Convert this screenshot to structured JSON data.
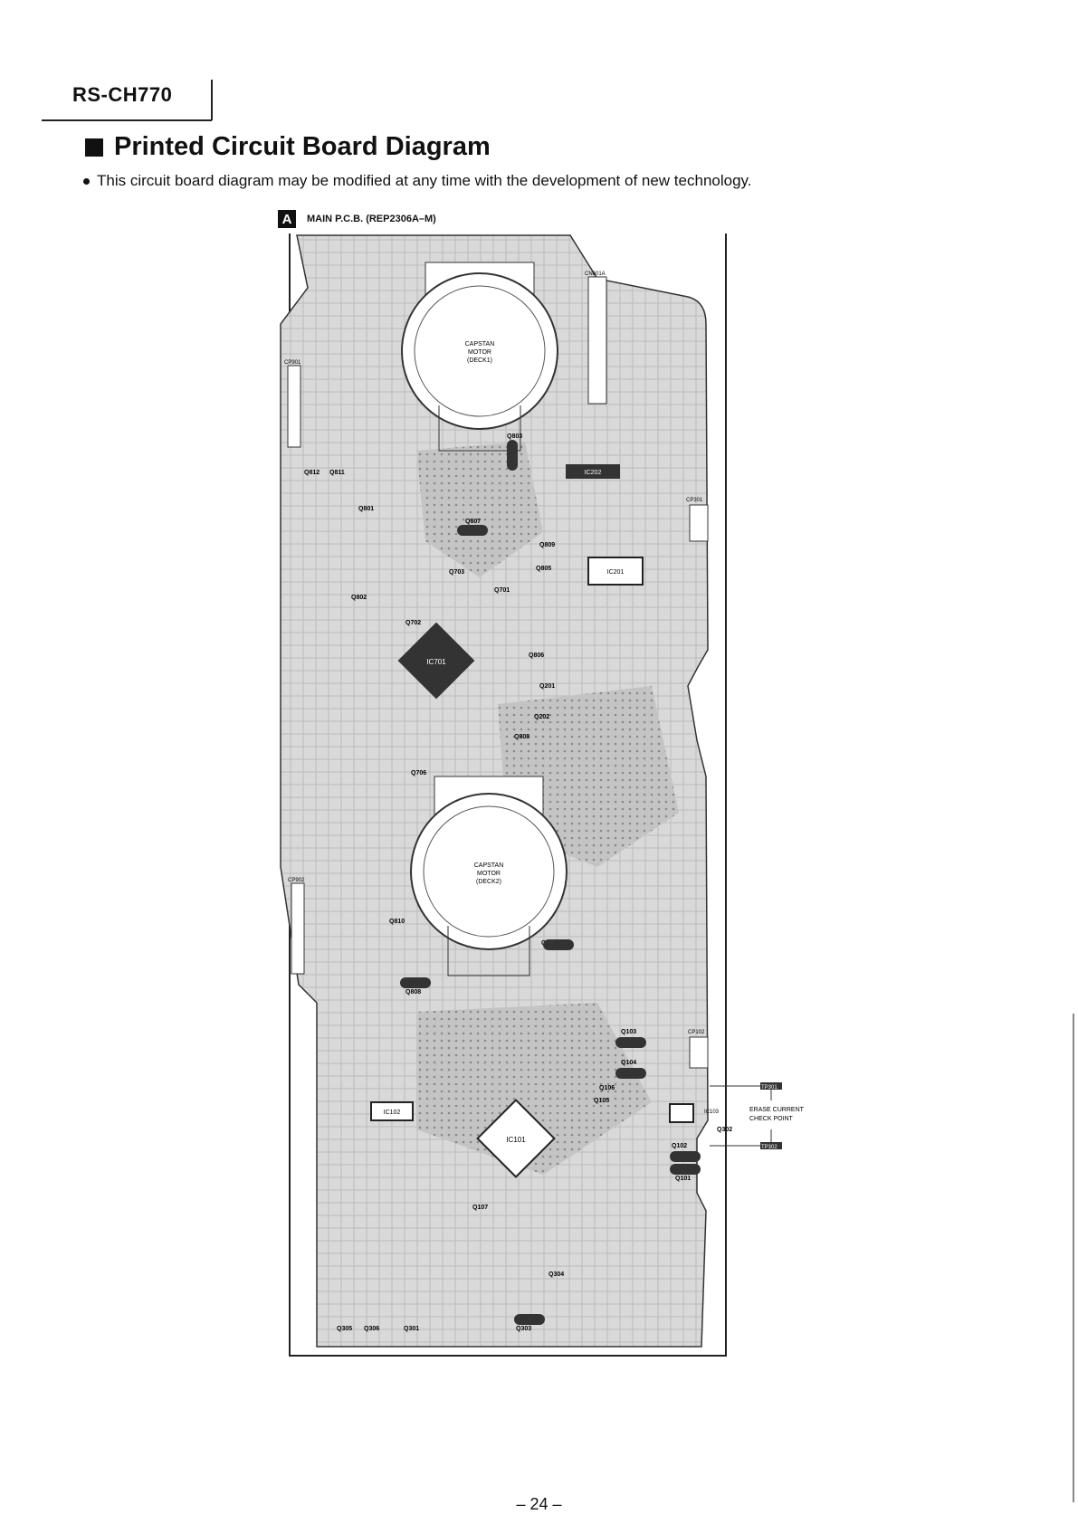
{
  "header": {
    "model": "RS-CH770",
    "title": "Printed Circuit Board Diagram",
    "note": "This circuit board diagram may be modified at any time with the development of new technology."
  },
  "board": {
    "section_letter": "A",
    "section_label": "MAIN P.C.B. (REP2306A–M)",
    "motor_label": [
      "CAPSTAN",
      "MOTOR"
    ],
    "deck1_label": "(DECK1)",
    "deck2_label": "(DECK2)",
    "test_point_1": "TP301",
    "test_point_2": "TP302",
    "erase_label_1": "ERASE CURRENT",
    "erase_label_2": "CHECK POINT",
    "ic_labels": [
      {
        "id": "ic202",
        "text": "IC202"
      },
      {
        "id": "ic201",
        "text": "IC201"
      },
      {
        "id": "ic701",
        "text": "IC701"
      },
      {
        "id": "ic102",
        "text": "IC102"
      },
      {
        "id": "ic101",
        "text": "IC101"
      },
      {
        "id": "ic103",
        "text": "IC103"
      }
    ],
    "transistor_labels": [
      "Q812",
      "Q811",
      "Q801",
      "Q803",
      "Q807",
      "Q809",
      "Q805",
      "Q703",
      "Q701",
      "Q802",
      "Q702",
      "Q806",
      "Q201",
      "Q202",
      "Q808",
      "Q706",
      "Q810",
      "Q804",
      "Q808",
      "Q103",
      "Q104",
      "Q106",
      "Q105",
      "Q102",
      "Q101",
      "Q302",
      "Q107",
      "Q304",
      "Q305",
      "Q306",
      "Q301",
      "Q303"
    ],
    "connector_labels": [
      "CN601A",
      "CP901",
      "CP902",
      "CP102",
      "CP301"
    ],
    "page_number": "– 24 –"
  }
}
